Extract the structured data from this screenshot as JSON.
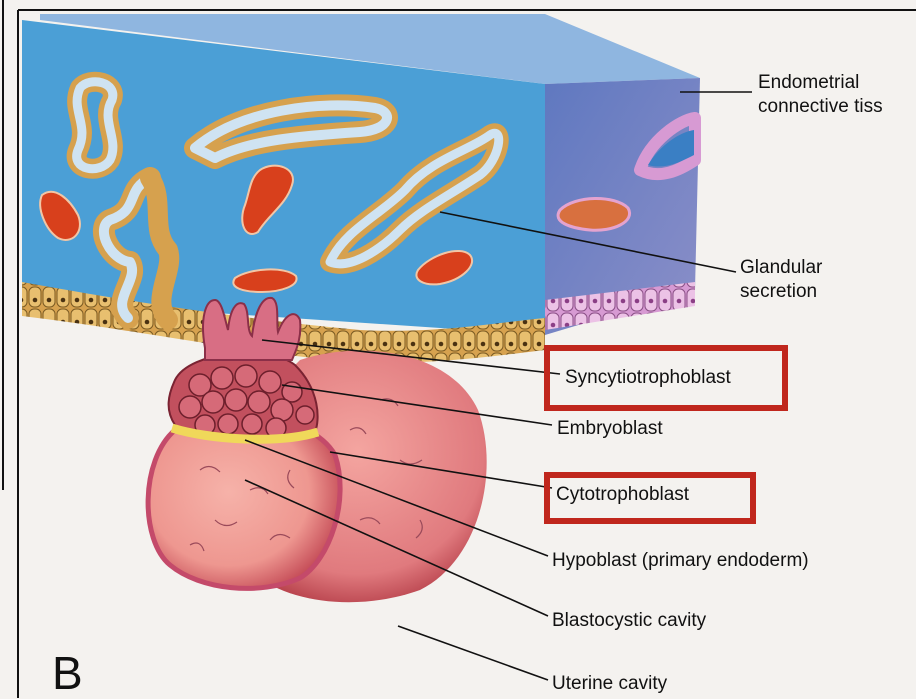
{
  "figure": {
    "panel_letter": "B",
    "labels": {
      "endometrial_line1": "Endometrial",
      "endometrial_line2": "connective tiss",
      "glandular_line1": "Glandular",
      "glandular_line2": "secretion",
      "syncytiotrophoblast": "Syncytiotrophoblast",
      "embryoblast": "Embryoblast",
      "cytotrophoblast": "Cytotrophoblast",
      "hypoblast": "Hypoblast (primary endoderm)",
      "blastocystic_cavity": "Blastocystic cavity",
      "uterine_cavity": "Uterine cavity"
    },
    "highlighted": [
      "Syncytiotrophoblast",
      "Cytotrophoblast"
    ]
  },
  "colors": {
    "endometrium_front": "#4b9fd6",
    "endometrium_side": "#6f82c4",
    "epithelium": "#d9a85a",
    "blood_vessel": "#d8401c",
    "trophoblast": "#e88f96",
    "embryoblast": "#c2505e",
    "highlight_box": "#c0271d"
  }
}
